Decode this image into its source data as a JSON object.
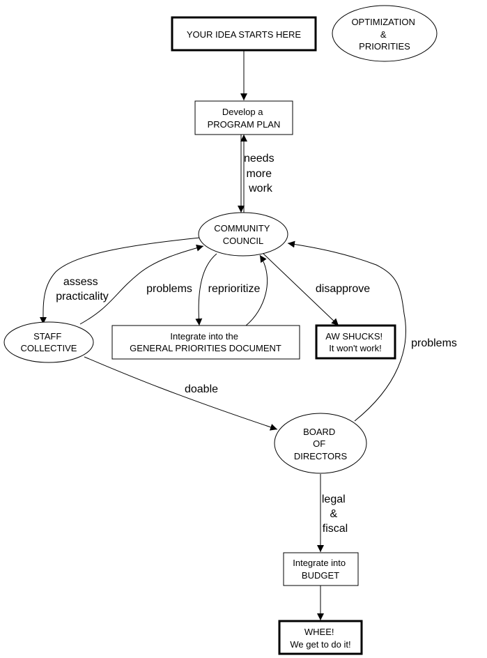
{
  "diagram": {
    "nodes": {
      "start": {
        "shape": "box-bold",
        "lines": [
          "YOUR IDEA STARTS HERE"
        ]
      },
      "optimization": {
        "shape": "ellipse",
        "lines": [
          "OPTIMIZATION",
          "&",
          "PRIORITIES"
        ]
      },
      "program_plan": {
        "shape": "box",
        "lines": [
          "Develop a",
          "PROGRAM PLAN"
        ]
      },
      "community_council": {
        "shape": "ellipse",
        "lines": [
          "COMMUNITY",
          "COUNCIL"
        ]
      },
      "staff_collective": {
        "shape": "ellipse",
        "lines": [
          "STAFF",
          "COLLECTIVE"
        ]
      },
      "general_priorities": {
        "shape": "box",
        "lines": [
          "Integrate into the",
          "GENERAL PRIORITIES DOCUMENT"
        ]
      },
      "aw_shucks": {
        "shape": "box-bold",
        "lines": [
          "AW SHUCKS!",
          "It won't work!"
        ]
      },
      "board": {
        "shape": "ellipse",
        "lines": [
          "BOARD",
          "OF",
          "DIRECTORS"
        ]
      },
      "budget": {
        "shape": "box",
        "lines": [
          "Integrate into",
          "BUDGET"
        ]
      },
      "whee": {
        "shape": "box-bold",
        "lines": [
          "WHEE!",
          "We get to do it!"
        ]
      }
    },
    "edges": [
      {
        "id": "start-to-plan",
        "from": "start",
        "to": "program_plan",
        "label": []
      },
      {
        "id": "plan-to-council",
        "from": "program_plan",
        "to": "community_council",
        "label": []
      },
      {
        "id": "council-to-plan",
        "from": "community_council",
        "to": "program_plan",
        "label": [
          "needs",
          "more",
          "work"
        ]
      },
      {
        "id": "council-to-staff",
        "from": "community_council",
        "to": "staff_collective",
        "label": [
          "assess",
          "practicality"
        ]
      },
      {
        "id": "staff-to-council",
        "from": "staff_collective",
        "to": "community_council",
        "label": [
          "problems"
        ]
      },
      {
        "id": "council-to-priorities",
        "from": "community_council",
        "to": "general_priorities",
        "label": []
      },
      {
        "id": "priorities-to-council",
        "from": "general_priorities",
        "to": "community_council",
        "label": [
          "reprioritize"
        ]
      },
      {
        "id": "council-to-shucks",
        "from": "community_council",
        "to": "aw_shucks",
        "label": [
          "disapprove"
        ]
      },
      {
        "id": "staff-to-board",
        "from": "staff_collective",
        "to": "board",
        "label": [
          "doable"
        ]
      },
      {
        "id": "board-to-council",
        "from": "board",
        "to": "community_council",
        "label": [
          "problems"
        ]
      },
      {
        "id": "board-to-budget",
        "from": "board",
        "to": "budget",
        "label": [
          "legal",
          "&",
          "fiscal"
        ]
      },
      {
        "id": "budget-to-whee",
        "from": "budget",
        "to": "whee",
        "label": []
      }
    ]
  }
}
